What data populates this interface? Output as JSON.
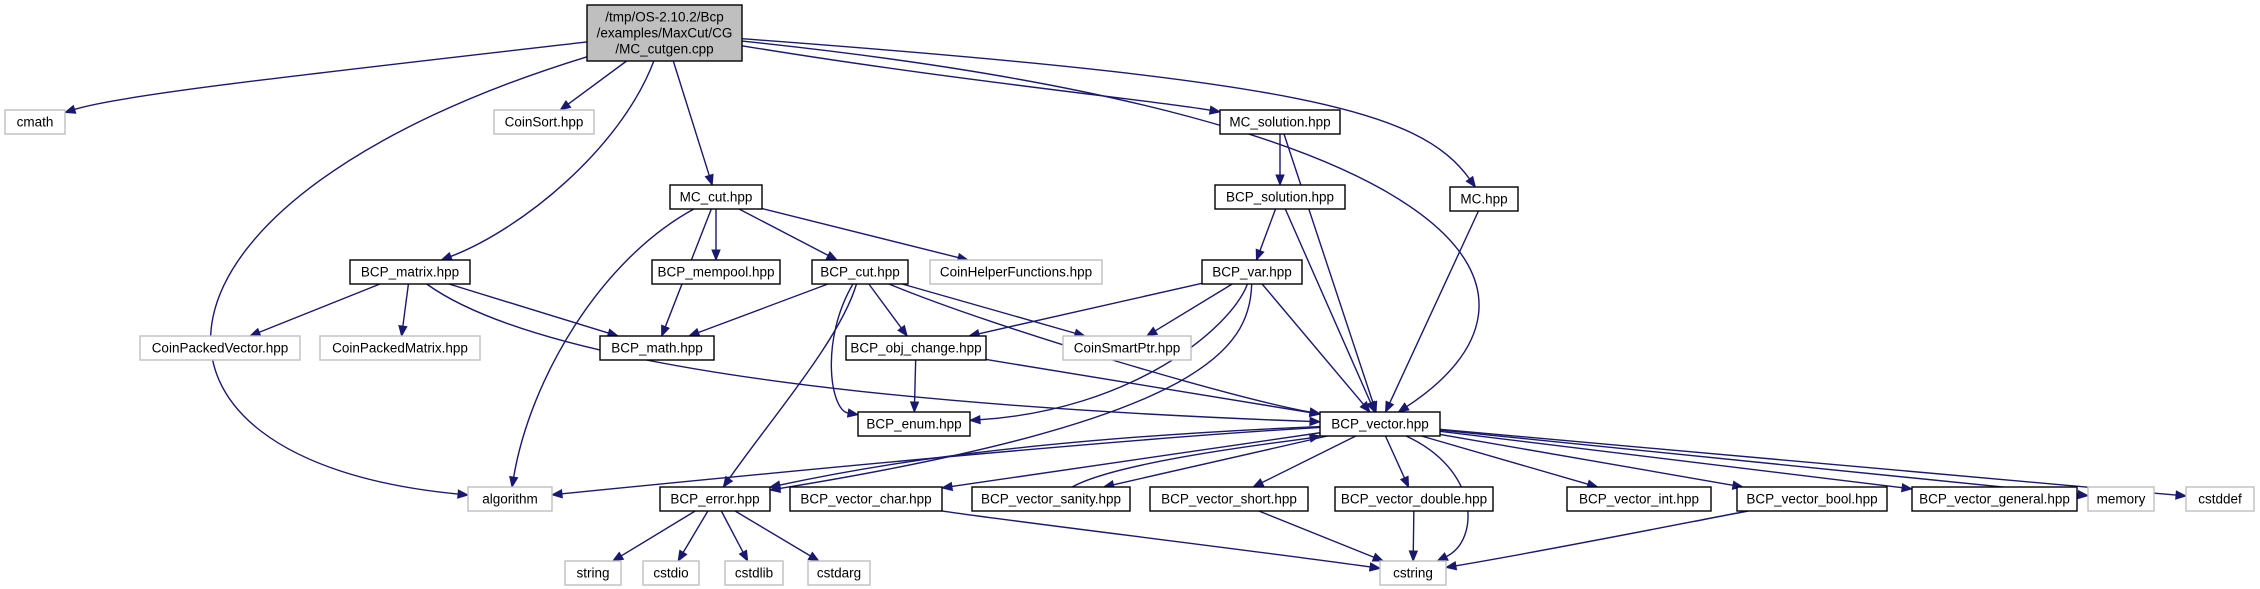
{
  "graph": {
    "colors": {
      "edge": "#191970",
      "root_fill": "#bfbfbf",
      "border": "#000000",
      "system_border": "#bfbfbf"
    },
    "nodes": [
      {
        "id": "root",
        "kind": "root",
        "lines": [
          "/tmp/OS-2.10.2/Bcp",
          "/examples/MaxCut/CG",
          "/MC_cutgen.cpp"
        ]
      },
      {
        "id": "cmath",
        "kind": "system",
        "lines": [
          "cmath"
        ]
      },
      {
        "id": "coinsort",
        "kind": "system",
        "lines": [
          "CoinSort.hpp"
        ]
      },
      {
        "id": "mc_solution",
        "kind": "normal",
        "lines": [
          "MC_solution.hpp"
        ]
      },
      {
        "id": "mc_hpp",
        "kind": "normal",
        "lines": [
          "MC.hpp"
        ]
      },
      {
        "id": "mc_cut",
        "kind": "normal",
        "lines": [
          "MC_cut.hpp"
        ]
      },
      {
        "id": "bcp_solution",
        "kind": "normal",
        "lines": [
          "BCP_solution.hpp"
        ]
      },
      {
        "id": "bcp_matrix",
        "kind": "normal",
        "lines": [
          "BCP_matrix.hpp"
        ]
      },
      {
        "id": "bcp_mempool",
        "kind": "normal",
        "lines": [
          "BCP_mempool.hpp"
        ]
      },
      {
        "id": "bcp_cut",
        "kind": "normal",
        "lines": [
          "BCP_cut.hpp"
        ]
      },
      {
        "id": "coinhelper",
        "kind": "system",
        "lines": [
          "CoinHelperFunctions.hpp"
        ]
      },
      {
        "id": "bcp_var",
        "kind": "normal",
        "lines": [
          "BCP_var.hpp"
        ]
      },
      {
        "id": "coinpackedvector",
        "kind": "system",
        "lines": [
          "CoinPackedVector.hpp"
        ]
      },
      {
        "id": "coinpackedmatrix",
        "kind": "system",
        "lines": [
          "CoinPackedMatrix.hpp"
        ]
      },
      {
        "id": "bcp_math",
        "kind": "normal",
        "lines": [
          "BCP_math.hpp"
        ]
      },
      {
        "id": "bcp_obj_change",
        "kind": "normal",
        "lines": [
          "BCP_obj_change.hpp"
        ]
      },
      {
        "id": "coinsmartptr",
        "kind": "system",
        "lines": [
          "CoinSmartPtr.hpp"
        ]
      },
      {
        "id": "bcp_enum",
        "kind": "normal",
        "lines": [
          "BCP_enum.hpp"
        ]
      },
      {
        "id": "bcp_vector",
        "kind": "normal",
        "lines": [
          "BCP_vector.hpp"
        ]
      },
      {
        "id": "algorithm",
        "kind": "system",
        "lines": [
          "algorithm"
        ]
      },
      {
        "id": "bcp_error",
        "kind": "normal",
        "lines": [
          "BCP_error.hpp"
        ]
      },
      {
        "id": "bcp_vector_char",
        "kind": "normal",
        "lines": [
          "BCP_vector_char.hpp"
        ]
      },
      {
        "id": "bcp_vector_sanity",
        "kind": "normal",
        "lines": [
          "BCP_vector_sanity.hpp"
        ]
      },
      {
        "id": "bcp_vector_short",
        "kind": "normal",
        "lines": [
          "BCP_vector_short.hpp"
        ]
      },
      {
        "id": "bcp_vector_double",
        "kind": "normal",
        "lines": [
          "BCP_vector_double.hpp"
        ]
      },
      {
        "id": "bcp_vector_int",
        "kind": "normal",
        "lines": [
          "BCP_vector_int.hpp"
        ]
      },
      {
        "id": "bcp_vector_bool",
        "kind": "normal",
        "lines": [
          "BCP_vector_bool.hpp"
        ]
      },
      {
        "id": "bcp_vector_general",
        "kind": "normal",
        "lines": [
          "BCP_vector_general.hpp"
        ]
      },
      {
        "id": "memory",
        "kind": "system",
        "lines": [
          "memory"
        ]
      },
      {
        "id": "cstddef",
        "kind": "system",
        "lines": [
          "cstddef"
        ]
      },
      {
        "id": "string",
        "kind": "system",
        "lines": [
          "string"
        ]
      },
      {
        "id": "cstdio",
        "kind": "system",
        "lines": [
          "cstdio"
        ]
      },
      {
        "id": "cstdlib",
        "kind": "system",
        "lines": [
          "cstdlib"
        ]
      },
      {
        "id": "cstdarg",
        "kind": "system",
        "lines": [
          "cstdarg"
        ]
      },
      {
        "id": "cstring",
        "kind": "system",
        "lines": [
          "cstring"
        ]
      }
    ],
    "edges": [
      [
        "root",
        "cmath"
      ],
      [
        "root",
        "algorithm"
      ],
      [
        "root",
        "coinsort"
      ],
      [
        "root",
        "bcp_matrix"
      ],
      [
        "root",
        "mc_cut"
      ],
      [
        "root",
        "mc_solution"
      ],
      [
        "root",
        "mc_hpp"
      ],
      [
        "root",
        "bcp_vector"
      ],
      [
        "mc_solution",
        "bcp_solution"
      ],
      [
        "mc_solution",
        "bcp_vector"
      ],
      [
        "bcp_solution",
        "bcp_var"
      ],
      [
        "bcp_solution",
        "bcp_vector"
      ],
      [
        "mc_hpp",
        "bcp_vector"
      ],
      [
        "mc_cut",
        "algorithm"
      ],
      [
        "mc_cut",
        "bcp_math"
      ],
      [
        "mc_cut",
        "bcp_mempool"
      ],
      [
        "mc_cut",
        "bcp_cut"
      ],
      [
        "mc_cut",
        "coinhelper"
      ],
      [
        "bcp_matrix",
        "coinpackedvector"
      ],
      [
        "bcp_matrix",
        "coinpackedmatrix"
      ],
      [
        "bcp_matrix",
        "bcp_math"
      ],
      [
        "bcp_matrix",
        "bcp_vector"
      ],
      [
        "bcp_cut",
        "bcp_math"
      ],
      [
        "bcp_cut",
        "bcp_error"
      ],
      [
        "bcp_cut",
        "bcp_enum"
      ],
      [
        "bcp_cut",
        "bcp_obj_change"
      ],
      [
        "bcp_cut",
        "coinsmartptr"
      ],
      [
        "bcp_cut",
        "bcp_vector"
      ],
      [
        "bcp_var",
        "bcp_obj_change"
      ],
      [
        "bcp_var",
        "coinsmartptr"
      ],
      [
        "bcp_var",
        "bcp_enum"
      ],
      [
        "bcp_var",
        "bcp_error"
      ],
      [
        "bcp_var",
        "bcp_vector"
      ],
      [
        "bcp_obj_change",
        "bcp_enum"
      ],
      [
        "bcp_obj_change",
        "bcp_vector"
      ],
      [
        "bcp_vector",
        "algorithm"
      ],
      [
        "bcp_vector",
        "bcp_error"
      ],
      [
        "bcp_vector",
        "bcp_vector_char"
      ],
      [
        "bcp_vector",
        "bcp_vector_sanity"
      ],
      [
        "bcp_vector",
        "bcp_vector_short"
      ],
      [
        "bcp_vector",
        "bcp_vector_double"
      ],
      [
        "bcp_vector",
        "bcp_vector_int"
      ],
      [
        "bcp_vector",
        "bcp_vector_bool"
      ],
      [
        "bcp_vector",
        "bcp_vector_general"
      ],
      [
        "bcp_vector",
        "memory"
      ],
      [
        "bcp_vector",
        "cstddef"
      ],
      [
        "bcp_vector",
        "cstring"
      ],
      [
        "bcp_vector_sanity",
        "bcp_vector"
      ],
      [
        "bcp_error",
        "string"
      ],
      [
        "bcp_error",
        "cstdio"
      ],
      [
        "bcp_error",
        "cstdlib"
      ],
      [
        "bcp_error",
        "cstdarg"
      ],
      [
        "bcp_vector_char",
        "cstring"
      ],
      [
        "bcp_vector_short",
        "cstring"
      ],
      [
        "bcp_vector_double",
        "cstring"
      ],
      [
        "bcp_vector_bool",
        "cstring"
      ]
    ]
  }
}
